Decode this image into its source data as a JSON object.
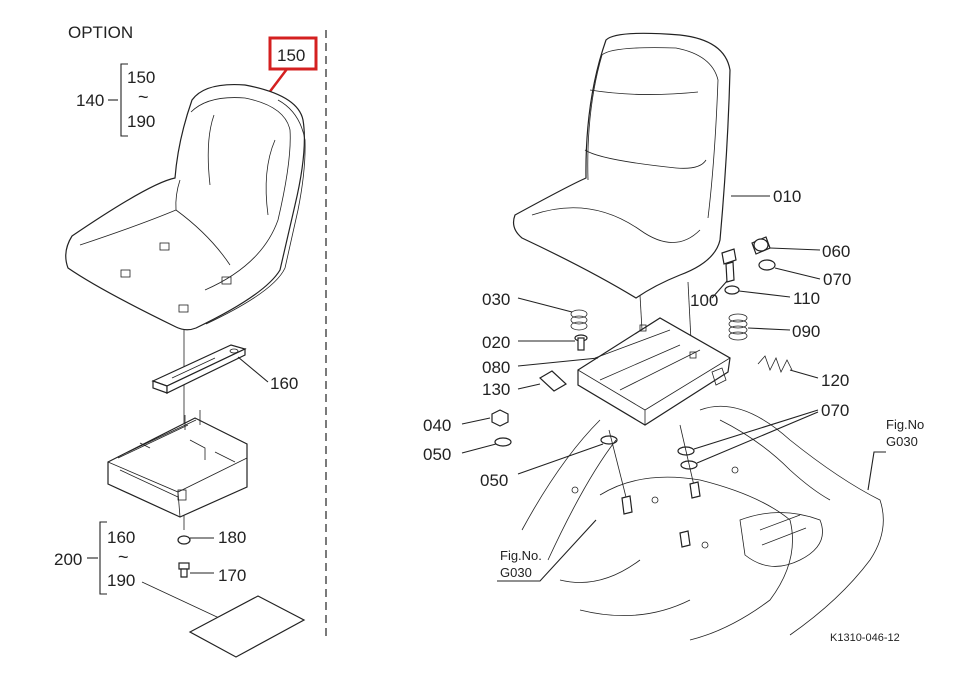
{
  "section_label": "OPTION",
  "highlight_color": "#d42020",
  "line_color": "#222222",
  "callouts": {
    "c150_highlight": "150",
    "c140": "140",
    "c150": "150",
    "tilde_a": "~",
    "c190_a": "190",
    "c160_a": "160",
    "c200": "200",
    "c160_b": "160",
    "tilde_b": "~",
    "c190_b": "190",
    "c180": "180",
    "c170": "170",
    "c010": "010",
    "c060": "060",
    "c070_a": "070",
    "c100": "100",
    "c110": "110",
    "c030": "030",
    "c020": "020",
    "c090": "090",
    "c080": "080",
    "c130": "130",
    "c120": "120",
    "c070_b": "070",
    "c040": "040",
    "c050_a": "050",
    "c050_b": "050"
  },
  "refs": {
    "fig_no_right_1": "Fig.No",
    "fig_no_right_2": "G030",
    "fig_no_left_1": "Fig.No.",
    "fig_no_left_2": "G030"
  },
  "drawing_number": "K1310-046-12"
}
